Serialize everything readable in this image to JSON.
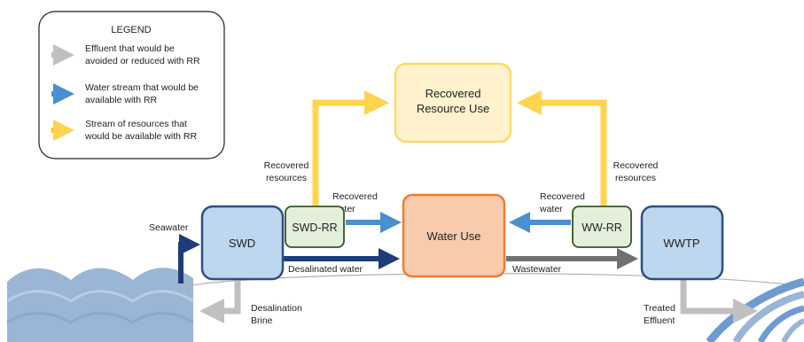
{
  "legend": {
    "title": "LEGEND",
    "items": [
      {
        "lines": [
          "Effluent that would be",
          "avoided or reduced with RR"
        ],
        "color": "#c0c0c0"
      },
      {
        "lines": [
          "Water stream that would be",
          "available with RR"
        ],
        "color": "#4a8fd0"
      },
      {
        "lines": [
          "Stream of resources that",
          "would be available with RR"
        ],
        "color": "#ffc000"
      }
    ]
  },
  "boxes": {
    "recovered_resource_use": [
      "Recovered",
      "Resource Use"
    ],
    "swd": "SWD",
    "swd_rr": "SWD-RR",
    "water_use": "Water Use",
    "ww_rr": "WW-RR",
    "wwtp": "WWTP"
  },
  "labels": {
    "recovered_resources_left": [
      "Recovered",
      "resources"
    ],
    "recovered_resources_right": [
      "Recovered",
      "resources"
    ],
    "recovered_water_left": [
      "Recovered",
      "water"
    ],
    "recovered_water_right": [
      "Recovered",
      "water"
    ],
    "seawater": "Seawater",
    "desalinated_water": "Desalinated water",
    "wastewater": "Wastewater",
    "desalination_brine": [
      "Desalination",
      "Brine"
    ],
    "treated_effluent": [
      "Treated",
      "Effluent"
    ]
  },
  "colors": {
    "effluent": "#c0c0c0",
    "water_stream": "#4a8fd0",
    "resource_stream": "#ffd34d",
    "dark_stream": "#1f3c7a",
    "wastewater_stream": "#707070",
    "sea": "#9bb5d6"
  }
}
